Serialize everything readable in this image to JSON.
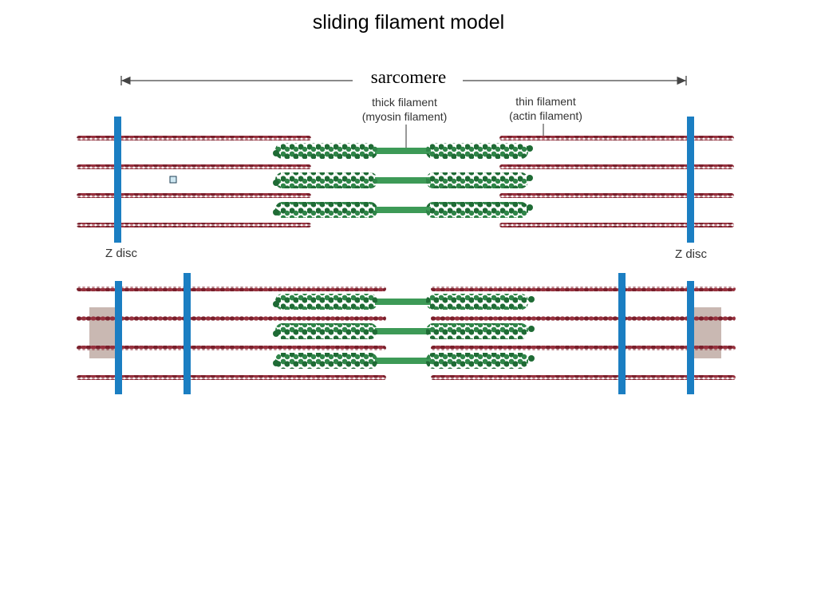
{
  "title": "sliding filament model",
  "labels": {
    "sarcomere": "sarcomere",
    "thick_filament_line1": "thick filament",
    "thick_filament_line2": "(myosin filament)",
    "thin_filament_line1": "thin filament",
    "thin_filament_line2": "(actin filament)",
    "z_disc_left": "Z disc",
    "z_disc_right": "Z disc"
  },
  "colors": {
    "actin": "#7a1f2b",
    "myosin": "#1f6b35",
    "myosin_light": "#3d9a57",
    "z_disc": "#1b7ec2",
    "label_text": "#333333",
    "arrow": "#444444",
    "membrane": "#c9b8b2"
  }
}
